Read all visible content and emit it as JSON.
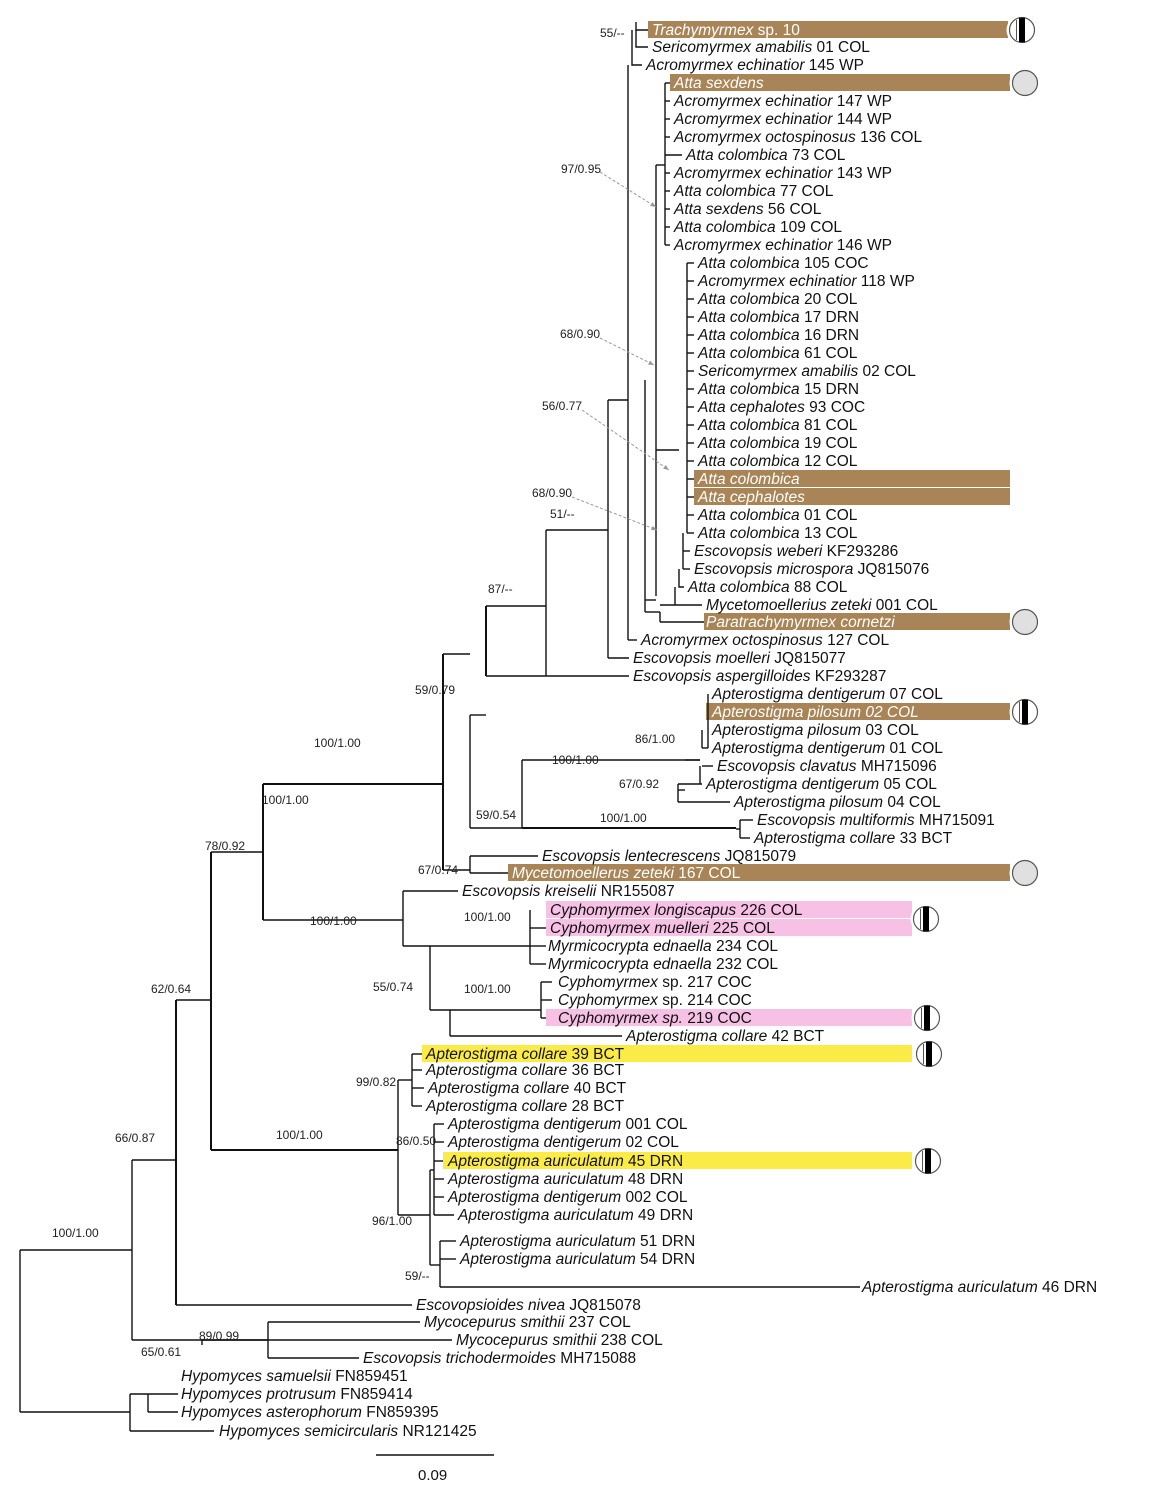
{
  "colors": {
    "brown": "#a88456",
    "pink": "#f7c1e6",
    "yellow": "#fbeb47",
    "circle_fill": "#e0e0e0",
    "branch": "#111111"
  },
  "scale_bar": {
    "label": "0.09"
  },
  "taxa": [
    {
      "g": "Trachymyrmex",
      "r": "sp. 10",
      "hl": "brown",
      "sym": "half"
    },
    {
      "g": "Sericomyrmex amabilis",
      "r": "01 COL"
    },
    {
      "g": "Acromyrmex echinatior",
      "r": "145 WP"
    },
    {
      "g": "Atta sexdens",
      "r": "",
      "hl": "brown",
      "sym": "circle"
    },
    {
      "g": "Acromyrmex echinatior",
      "r": "147 WP"
    },
    {
      "g": "Acromyrmex echinatior",
      "r": "144 WP"
    },
    {
      "g": "Acromyrmex octospinosus",
      "r": "136 COL"
    },
    {
      "g": "Atta colombica",
      "r": "73 COL"
    },
    {
      "g": "Acromyrmex echinatior",
      "r": "143 WP"
    },
    {
      "g": "Atta colombica",
      "r": "77 COL"
    },
    {
      "g": "Atta sexdens",
      "r": "56 COL"
    },
    {
      "g": "Atta colombica",
      "r": "109 COL"
    },
    {
      "g": "Acromyrmex echinatior",
      "r": "146 WP"
    },
    {
      "g": "Atta colombica",
      "r": "105 COC"
    },
    {
      "g": "Acromyrmex echinatior",
      "r": "118 WP"
    },
    {
      "g": "Atta colombica",
      "r": "20 COL"
    },
    {
      "g": "Atta colombica",
      "r": "17 DRN"
    },
    {
      "g": "Atta colombica",
      "r": "16 DRN"
    },
    {
      "g": "Atta colombica",
      "r": "61 COL"
    },
    {
      "g": "Sericomyrmex amabilis",
      "r": "02 COL"
    },
    {
      "g": "Atta colombica",
      "r": "15 DRN"
    },
    {
      "g": "Atta cephalotes",
      "r": "93 COC"
    },
    {
      "g": "Atta colombica",
      "r": "81 COL"
    },
    {
      "g": "Atta colombica",
      "r": "19 COL"
    },
    {
      "g": "Atta colombica",
      "r": "12 COL"
    },
    {
      "g": "Atta colombica",
      "r": "",
      "hl": "brown"
    },
    {
      "g": "Atta cephalotes",
      "r": "",
      "hl": "brown"
    },
    {
      "g": "Atta colombica",
      "r": "01 COL"
    },
    {
      "g": "Atta colombica",
      "r": "13 COL"
    },
    {
      "g": "Escovopsis weberi",
      "r": "KF293286"
    },
    {
      "g": "Escovopsis microspora",
      "r": "JQ815076"
    },
    {
      "g": "Atta colombica",
      "r": "88 COL"
    },
    {
      "g": "Mycetomoellerius zeteki",
      "r": "001 COL"
    },
    {
      "g": "Paratrachymyrmex cornetzi",
      "r": "",
      "hl": "brown",
      "sym": "circle"
    },
    {
      "g": "Acromyrmex octospinosus",
      "r": "127 COL"
    },
    {
      "g": "Escovopsis moelleri",
      "r": "JQ815077"
    },
    {
      "g": "Escovopsis aspergilloides",
      "r": "KF293287"
    },
    {
      "g": "Apterostigma dentigerum",
      "r": "07 COL"
    },
    {
      "g": "Apterostigma pilosum",
      "r": "02 COL",
      "hl": "brown",
      "sym": "half",
      "ri": true
    },
    {
      "g": "Apterostigma pilosum",
      "r": "03 COL"
    },
    {
      "g": "Apterostigma dentigerum",
      "r": "01 COL"
    },
    {
      "g": "Escovopsis clavatus",
      "r": "MH715096"
    },
    {
      "g": "Apterostigma dentigerum",
      "r": "05 COL"
    },
    {
      "g": "Apterostigma pilosum",
      "r": "04 COL"
    },
    {
      "g": "Escovopsis multiformis",
      "r": "MH715091"
    },
    {
      "g": "Apterostigma collare",
      "r": "33 BCT"
    },
    {
      "g": "Escovopsis lentecrescens",
      "r": "JQ815079"
    },
    {
      "g": "Mycetomoellerus zeteki",
      "r": "167 COL",
      "hl": "brown",
      "sym": "circle"
    },
    {
      "g": "Escovopsis kreiselii",
      "r": "NR155087"
    },
    {
      "g": "Cyphomyrmex longiscapus",
      "r": "226 COL",
      "hl": "pink",
      "sym": "half"
    },
    {
      "g": "Cyphomyrmex muelleri",
      "r": "225 COL",
      "hl": "pink"
    },
    {
      "g": "Myrmicocrypta ednaella",
      "r": "234 COL"
    },
    {
      "g": "Myrmicocrypta ednaella",
      "r": "232 COL"
    },
    {
      "g": "Cyphomyrmex",
      "r": "sp. 217 COC"
    },
    {
      "g": "Cyphomyrmex",
      "r": "sp. 214 COC"
    },
    {
      "g": "Cyphomyrmex sp.",
      "r": "219 COC",
      "hl": "pink",
      "sym": "half"
    },
    {
      "g": "Apterostigma collare",
      "r": "42 BCT"
    },
    {
      "g": "Apterostigma collare",
      "r": "39 BCT",
      "hl": "yellow",
      "sym": "half"
    },
    {
      "g": "Apterostigma collare",
      "r": "36 BCT"
    },
    {
      "g": "Apterostigma collare",
      "r": "40 BCT"
    },
    {
      "g": "Apterostigma collare",
      "r": "28 BCT"
    },
    {
      "g": "Apterostigma dentigerum",
      "r": "001 COL"
    },
    {
      "g": "Apterostigma dentigerum",
      "r": "02 COL"
    },
    {
      "g": "Apterostigma auriculatum",
      "r": "45 DRN",
      "hl": "yellow",
      "sym": "half"
    },
    {
      "g": "Apterostigma auriculatum",
      "r": "48 DRN"
    },
    {
      "g": "Apterostigma dentigerum",
      "r": "002 COL"
    },
    {
      "g": "Apterostigma auriculatum",
      "r": "49 DRN"
    },
    {
      "g": "Apterostigma auriculatum",
      "r": "51 DRN"
    },
    {
      "g": "Apterostigma auriculatum",
      "r": "54 DRN"
    },
    {
      "g": "Apterostigma auriculatum",
      "r": "46 DRN"
    },
    {
      "g": "Escovopsioides nivea",
      "r": "JQ815078"
    },
    {
      "g": "Mycocepurus smithii",
      "r": "237 COL"
    },
    {
      "g": "Mycocepurus smithii",
      "r": "238 COL"
    },
    {
      "g": "Escovopsis trichodermoides",
      "r": "MH715088"
    },
    {
      "g": "Hypomyces samuelsii",
      "r": "FN859451"
    },
    {
      "g": "Hypomyces protrusum",
      "r": "FN859414"
    },
    {
      "g": "Hypomyces asterophorum",
      "r": "FN859395"
    },
    {
      "g": "Hypomyces semicircularis",
      "r": "NR121425"
    }
  ],
  "supports": [
    {
      "t": "55/--"
    },
    {
      "t": "97/0.95"
    },
    {
      "t": "68/0.90"
    },
    {
      "t": "56/0.77"
    },
    {
      "t": "68/0.90"
    },
    {
      "t": "51/--"
    },
    {
      "t": "87/--"
    },
    {
      "t": "100/1.00"
    },
    {
      "t": "59/0.79"
    },
    {
      "t": "86/1.00"
    },
    {
      "t": "100/1.00"
    },
    {
      "t": "67/0.92"
    },
    {
      "t": "59/0.54"
    },
    {
      "t": "100/1.00"
    },
    {
      "t": "100/1.00"
    },
    {
      "t": "67/0.74"
    },
    {
      "t": "78/0.92"
    },
    {
      "t": "100/1.00"
    },
    {
      "t": "100/1.00"
    },
    {
      "t": "100/1.00"
    },
    {
      "t": "55/0.74"
    },
    {
      "t": "62/0.64"
    },
    {
      "t": "99/0.82"
    },
    {
      "t": "100/1.00"
    },
    {
      "t": "86/0.50"
    },
    {
      "t": "96/1.00"
    },
    {
      "t": "59/--"
    },
    {
      "t": "66/0.87"
    },
    {
      "t": "100/1.00"
    },
    {
      "t": "65/0.61"
    },
    {
      "t": "89/0.99"
    }
  ]
}
